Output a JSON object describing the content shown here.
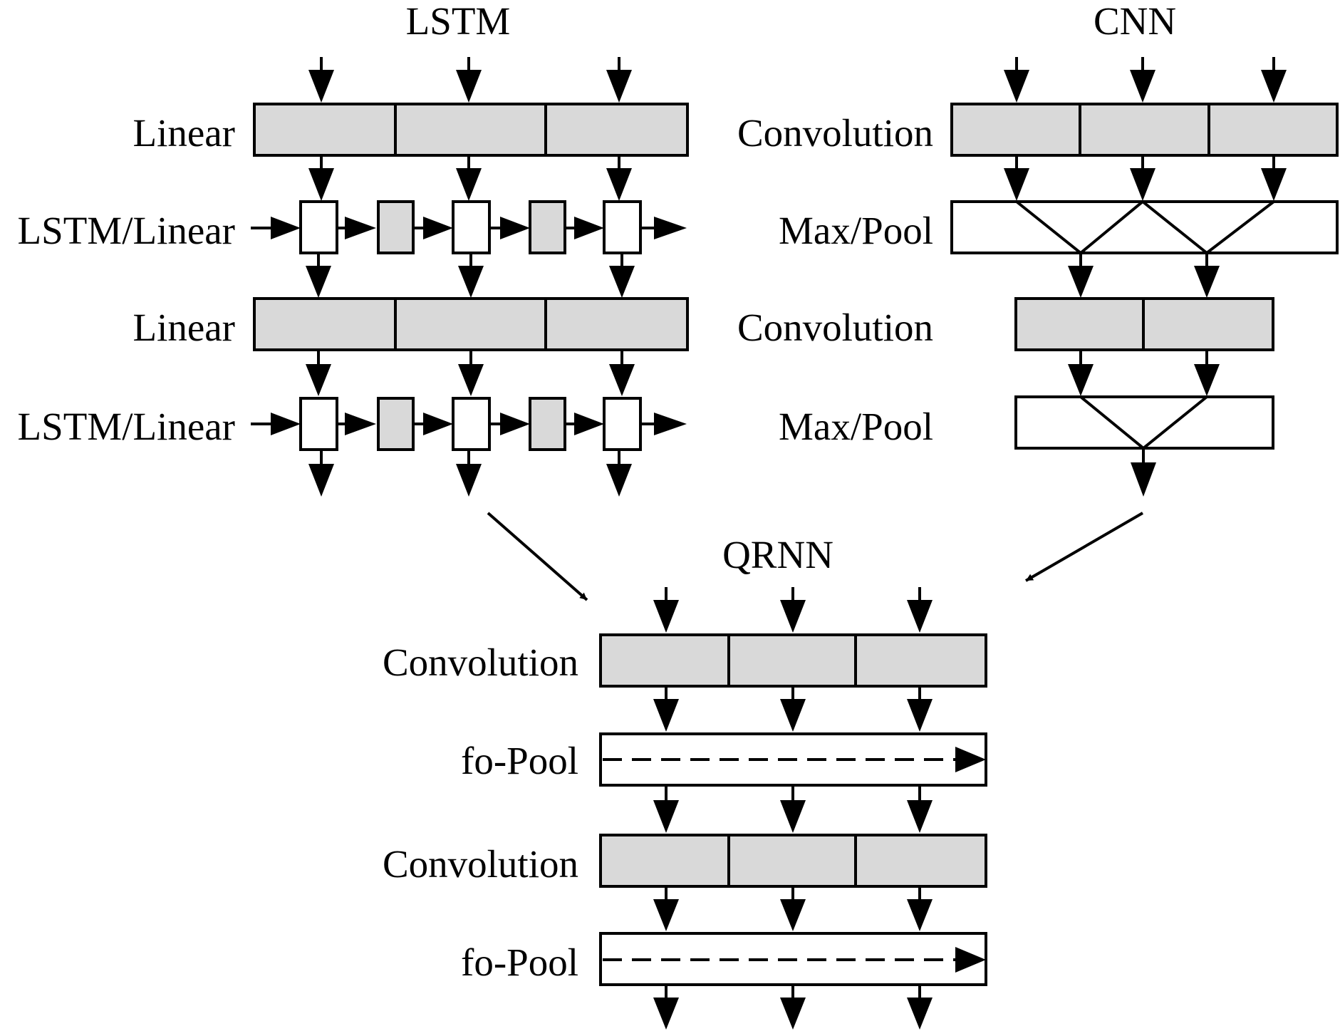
{
  "colors": {
    "shaded": "#d9d9d9",
    "open": "#ffffff",
    "stroke": "#000000"
  },
  "lstm": {
    "title": "LSTM",
    "labels": [
      "Linear",
      "LSTM/Linear",
      "Linear",
      "LSTM/Linear"
    ]
  },
  "cnn": {
    "title": "CNN",
    "labels": [
      "Convolution",
      "Max/Pool",
      "Convolution",
      "Max/Pool"
    ]
  },
  "qrnn": {
    "title": "QRNN",
    "labels": [
      "Convolution",
      "fo-Pool",
      "Convolution",
      "fo-Pool"
    ]
  }
}
